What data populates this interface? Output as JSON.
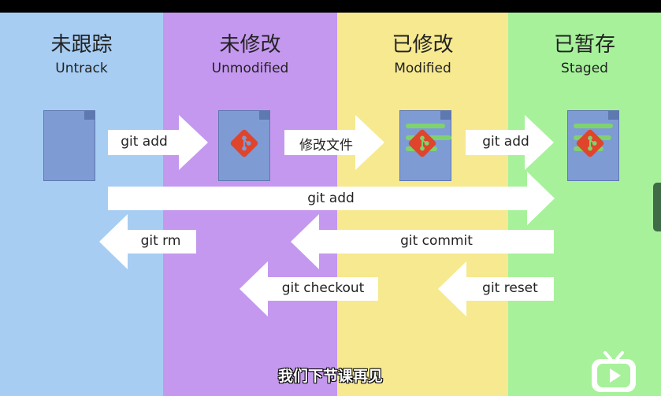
{
  "columns": [
    {
      "title": "未跟踪",
      "subtitle": "Untrack"
    },
    {
      "title": "未修改",
      "subtitle": "Unmodified"
    },
    {
      "title": "已修改",
      "subtitle": "Modified"
    },
    {
      "title": "已暂存",
      "subtitle": "Staged"
    }
  ],
  "arrows": {
    "add_untracked": "git add",
    "modify_file": "修改文件",
    "add_modified": "git add",
    "add_long": "git add",
    "rm": "git rm",
    "commit": "git commit",
    "checkout": "git checkout",
    "reset": "git reset"
  },
  "caption": "我们下节课再见",
  "colors": {
    "untrack": "#a7cdf3",
    "unmodified": "#c598ef",
    "modified": "#f6e98f",
    "staged": "#a7f19b",
    "file": "#7e9bd3",
    "git_logo": "#e0452b",
    "stripe": "#7fd36f"
  },
  "icons": [
    "file-icon",
    "git-logo-icon",
    "arrow-right-icon",
    "arrow-left-icon",
    "tv-logo-icon"
  ]
}
